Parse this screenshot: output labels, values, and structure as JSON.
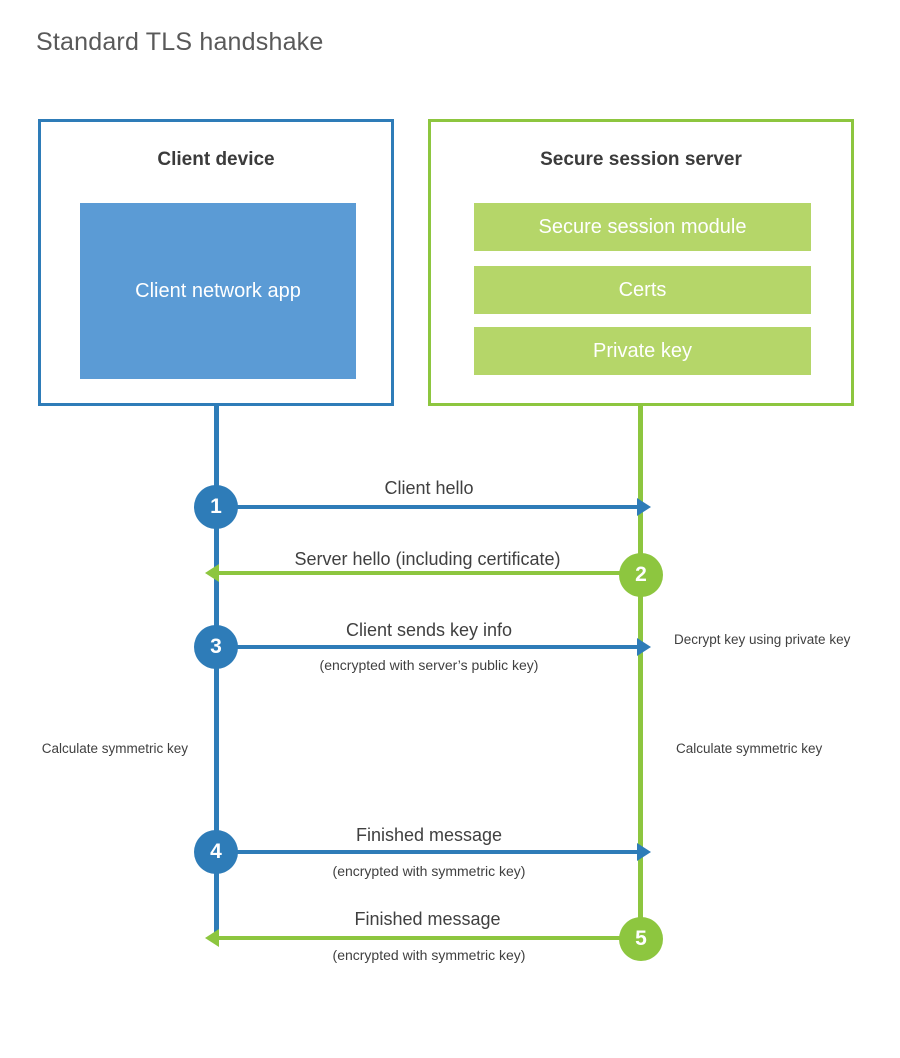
{
  "title": "Standard TLS handshake",
  "colors": {
    "client_blue": "#2e7cb8",
    "client_app_blue": "#5b9bd5",
    "server_green": "#8dc63f",
    "server_bar_green": "#b5d669",
    "text_dark": "#404040",
    "title_gray": "#595959"
  },
  "actors": {
    "client": {
      "title": "Client device",
      "app_label": "Client network app"
    },
    "server": {
      "title": "Secure session server",
      "modules": [
        {
          "label": "Secure session module"
        },
        {
          "label": "Certs"
        },
        {
          "label": "Private key"
        }
      ]
    }
  },
  "steps": [
    {
      "number": "1",
      "side": "client",
      "direction": "right",
      "label": "Client hello",
      "sub": ""
    },
    {
      "number": "2",
      "side": "server",
      "direction": "left",
      "label": "Server hello (including certificate)",
      "sub": ""
    },
    {
      "number": "3",
      "side": "client",
      "direction": "right",
      "label": "Client sends key info",
      "sub": "(encrypted with server’s public key)"
    },
    {
      "number": "4",
      "side": "client",
      "direction": "right",
      "label": "Finished message",
      "sub": "(encrypted with symmetric key)"
    },
    {
      "number": "5",
      "side": "server",
      "direction": "left",
      "label": "Finished message",
      "sub": "(encrypted with symmetric key)"
    }
  ],
  "notes": {
    "decrypt": "Decrypt key using private key",
    "client_calculate": "Calculate symmetric key",
    "server_calculate": "Calculate symmetric key"
  }
}
